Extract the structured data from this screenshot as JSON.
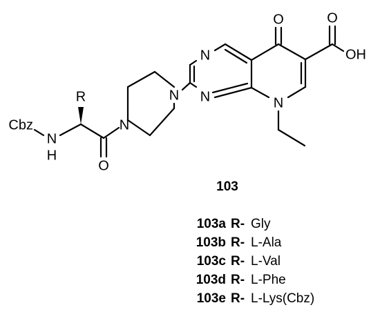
{
  "structure": {
    "atoms": {
      "oxo_o": "O",
      "acid_o": "O",
      "acid_oh": "OH",
      "n3": "N",
      "n1": "N",
      "n8": "N",
      "pip_n4": "N",
      "pip_n1": "N",
      "amide_o": "O",
      "nh_n": "N",
      "nh_h": "H",
      "cbz": "Cbz",
      "r_group": "R"
    }
  },
  "compound": {
    "label": "103"
  },
  "variants": [
    {
      "id": "103a",
      "r_label": "R-",
      "residue": "Gly"
    },
    {
      "id": "103b",
      "r_label": "R-",
      "residue": "L-Ala"
    },
    {
      "id": "103c",
      "r_label": "R-",
      "residue": "L-Val"
    },
    {
      "id": "103d",
      "r_label": "R-",
      "residue": "L-Phe"
    },
    {
      "id": "103e",
      "r_label": "R-",
      "residue": "L-Lys(Cbz)"
    }
  ]
}
